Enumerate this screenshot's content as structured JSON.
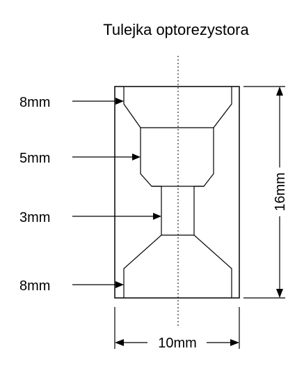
{
  "title": "Tulejka optorezystora",
  "labels": {
    "top_bore": "8mm",
    "upper_middle_bore": "5mm",
    "narrow_bore": "3mm",
    "bottom_bore": "8mm",
    "height": "16mm",
    "width": "10mm"
  },
  "colors": {
    "line": "#000000",
    "background": "#ffffff"
  }
}
